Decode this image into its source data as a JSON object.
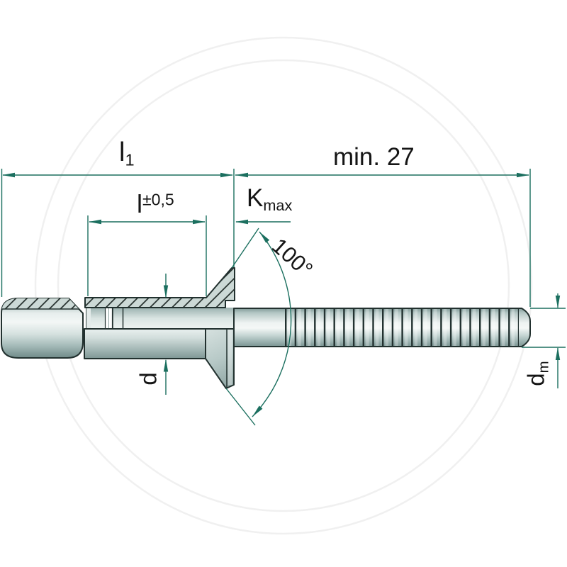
{
  "labels": {
    "l1": {
      "main": "l",
      "sub": "1"
    },
    "min27": "min. 27",
    "l_tol": {
      "main": "l",
      "sup": "±0,5"
    },
    "k_max": {
      "main": "K",
      "sub": "max"
    },
    "angle": "100°",
    "d": "d",
    "d_m": {
      "main": "d",
      "sub": "m"
    }
  },
  "colors": {
    "dimension_lines": "#1b6f5f",
    "label_text": "#151515",
    "part_outline": "#22312f",
    "metal_highlight": "#f2f6f5",
    "metal_shadow": "#7a9492",
    "hatch_fill": "#ccd9d6",
    "watermark": "#f0f0f0",
    "background": "#ffffff"
  }
}
